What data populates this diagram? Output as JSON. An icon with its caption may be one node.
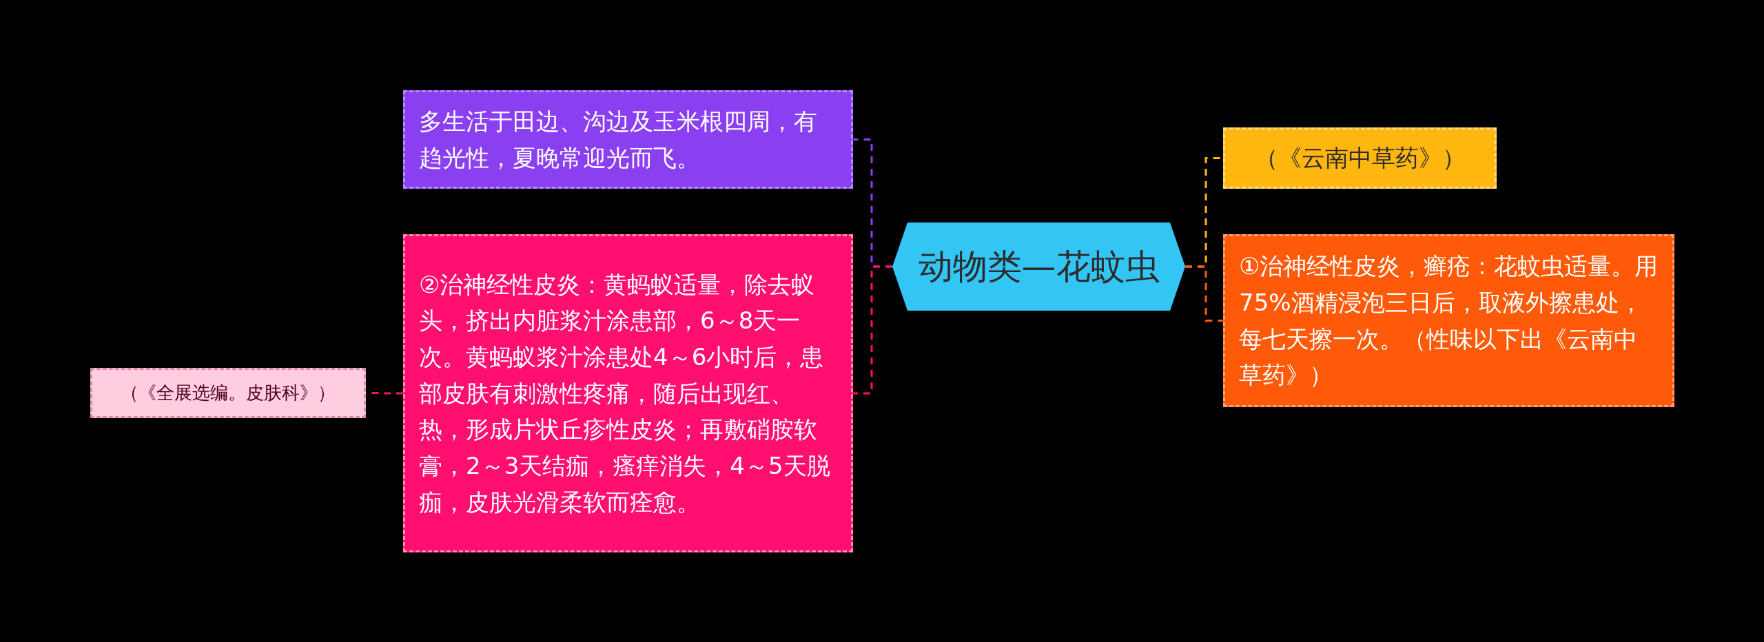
{
  "diagram": {
    "nodes": [
      {
        "text": [
          "动物类—花蚊虫"
        ]
      },
      {
        "text": [
          "多生活于田边、沟边及玉米根四周，有趋光性，夏晚常迎光而飞。"
        ]
      },
      {
        "text": [
          "②治神经性皮炎：黄蚂蚁适量，除去蚁头，挤出内脏浆汁涂患部，6～8天一次。黄蚂蚁浆汁涂患处4～6小时后，患部皮肤有刺激性疼痛，随后出现红、热，形成片状丘疹性皮炎；再敷硝胺软膏，2～3天结痂，瘙痒消失，4～5天脱痂，皮肤光滑柔软而痊愈。"
        ]
      },
      {
        "text": [
          "（《全展选编。皮肤科》）"
        ]
      },
      {
        "text": [
          "（《云南中草药》）"
        ]
      },
      {
        "text": [
          "①治神经性皮炎，癣疮：花蚊虫适量。用75%酒精浸泡三日后，取液外擦患处，每七天擦一次。（性味以下出《云南中草药》）"
        ]
      }
    ],
    "edges": [
      {
        "from": 0,
        "to": 1,
        "arrow": "none",
        "style": "dashed",
        "color": "#8a3ff0"
      },
      {
        "from": 0,
        "to": 2,
        "arrow": "none",
        "style": "dashed",
        "color": "#ff0f70"
      },
      {
        "from": 2,
        "to": 3,
        "arrow": "none",
        "style": "dashed",
        "color": "#ff0f70"
      },
      {
        "from": 0,
        "to": 4,
        "arrow": "none",
        "style": "dashed",
        "color": "#ffb70f"
      },
      {
        "from": 0,
        "to": 5,
        "arrow": "none",
        "style": "dashed",
        "color": "#ff5a0a"
      }
    ]
  }
}
